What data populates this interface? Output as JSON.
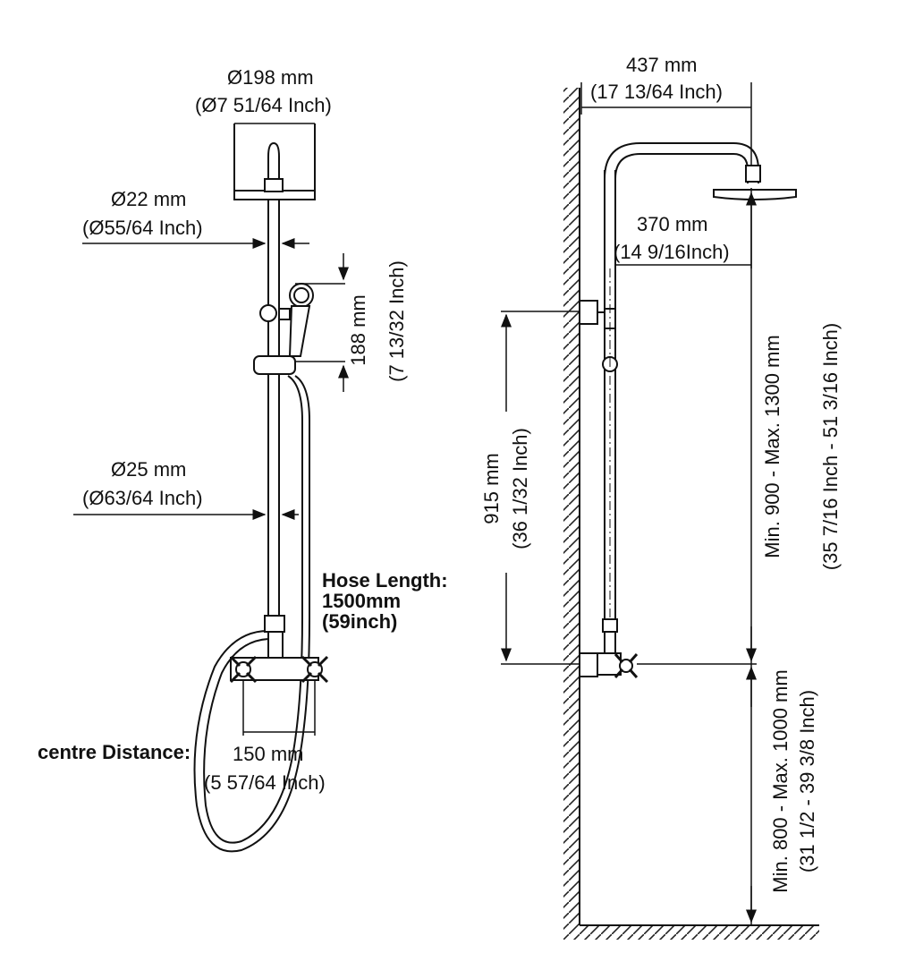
{
  "left": {
    "head_mm": "Ø198 mm",
    "head_inch": "(Ø7 51/64 Inch)",
    "upper_pipe_mm": "Ø22 mm",
    "upper_pipe_inch": "(Ø55/64 Inch)",
    "lower_pipe_mm": "Ø25 mm",
    "lower_pipe_inch": "(Ø63/64 Inch)",
    "handset_mm": "188 mm",
    "handset_inch": "(7 13/32 Inch)",
    "hose_title": "Hose Length:",
    "hose_mm": "1500mm",
    "hose_inch": "(59inch)",
    "centre_label": "centre Distance:",
    "centre_mm": "150 mm",
    "centre_inch": "(5 57/64 Inch)"
  },
  "right": {
    "projection_mm": "437 mm",
    "projection_inch": "(17 13/64 Inch)",
    "arm_mm": "370 mm",
    "arm_inch": "(14 9/16Inch)",
    "centers_mm": "915 mm",
    "centers_inch": "(36 1/32 Inch)",
    "upper_range_mm": "Min. 900 - Max. 1300 mm",
    "upper_range_inch": "(35 7/16 Inch - 51 3/16 Inch)",
    "lower_range_mm": "Min. 800 - Max. 1000 mm",
    "lower_range_inch": "(31 1/2 - 39 3/8 Inch)"
  }
}
